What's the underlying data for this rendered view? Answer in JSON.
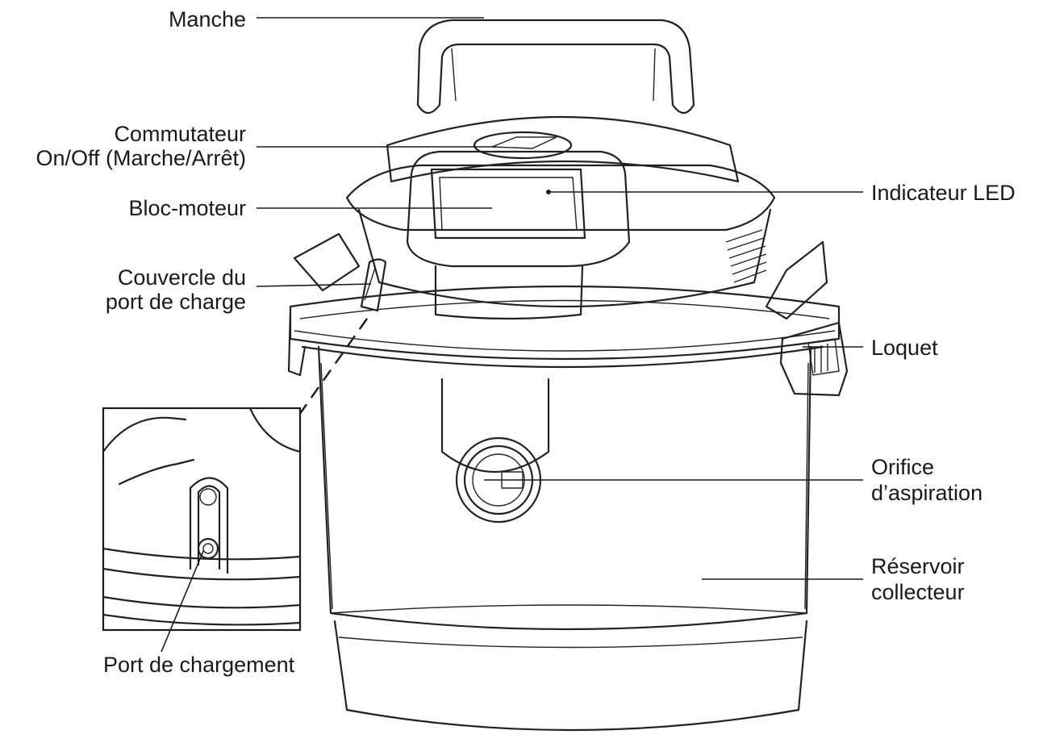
{
  "labels": {
    "manche": "Manche",
    "commutateur_line1": "Commutateur",
    "commutateur_line2": "On/Off (Marche/Arrêt)",
    "bloc_moteur": "Bloc-moteur",
    "couvercle_line1": "Couvercle du",
    "couvercle_line2": "port de charge",
    "port_chargement": "Port de chargement",
    "indicateur_led": "Indicateur LED",
    "loquet": "Loquet",
    "orifice_line1": "Orifice",
    "orifice_line2": "d’aspiration",
    "reservoir_line1": "Réservoir",
    "reservoir_line2": "collecteur"
  },
  "colors": {
    "line": "#1a1a1a",
    "background": "#ffffff"
  }
}
